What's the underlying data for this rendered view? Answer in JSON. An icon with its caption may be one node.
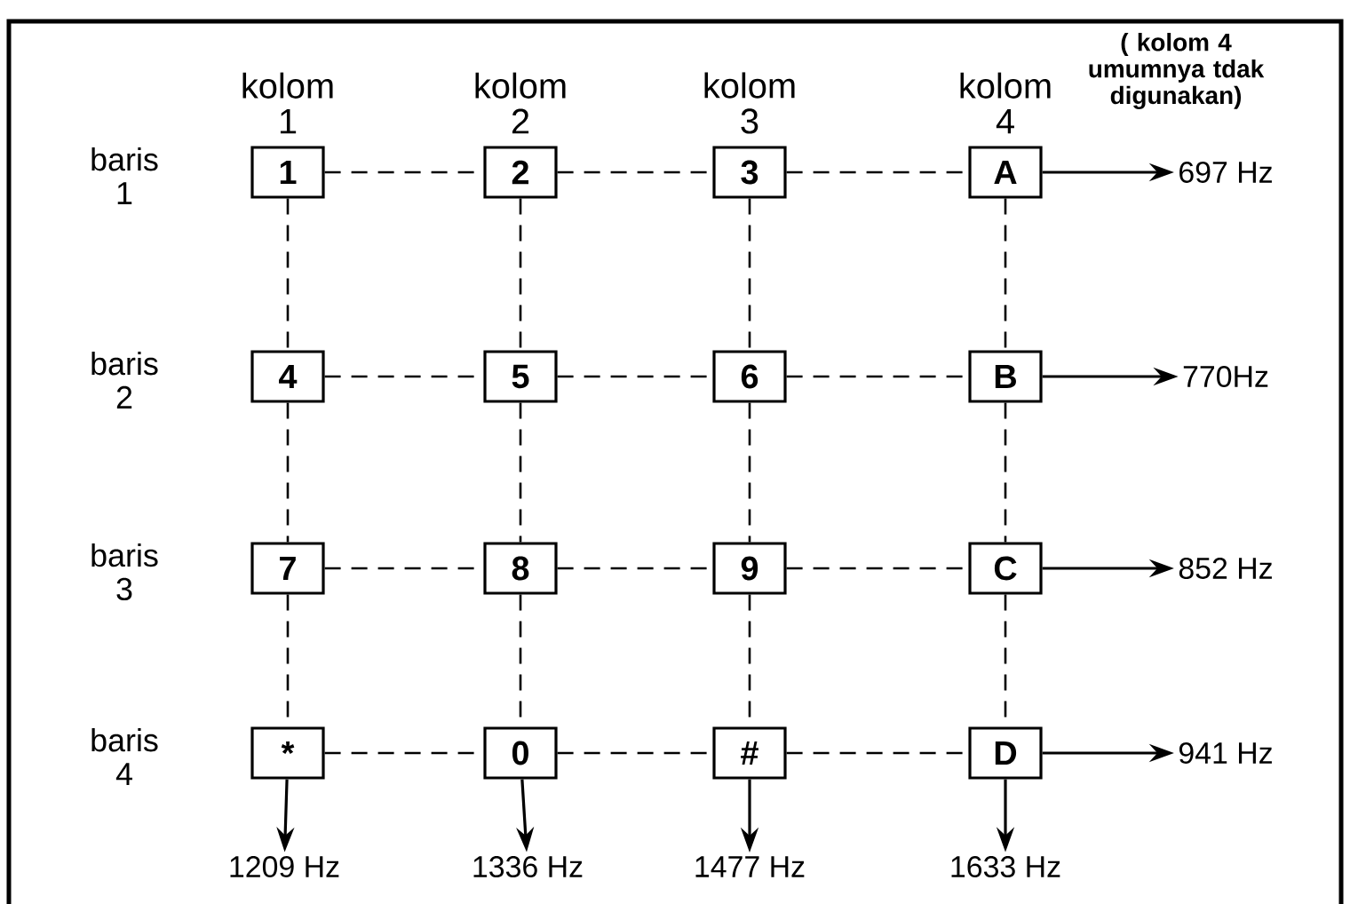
{
  "diagram": {
    "nodes": [
      {
        "text": [
          "1"
        ]
      },
      {
        "text": [
          "2"
        ]
      },
      {
        "text": [
          "3"
        ]
      },
      {
        "text": [
          "A"
        ]
      },
      {
        "text": [
          "4"
        ]
      },
      {
        "text": [
          "5"
        ]
      },
      {
        "text": [
          "6"
        ]
      },
      {
        "text": [
          "B"
        ]
      },
      {
        "text": [
          "7"
        ]
      },
      {
        "text": [
          "8"
        ]
      },
      {
        "text": [
          "9"
        ]
      },
      {
        "text": [
          "C"
        ]
      },
      {
        "text": [
          "*"
        ]
      },
      {
        "text": [
          "0"
        ]
      },
      {
        "text": [
          "#"
        ]
      },
      {
        "text": [
          "D"
        ]
      },
      {
        "text": [
          "697 Hz"
        ]
      },
      {
        "text": [
          "770Hz"
        ]
      },
      {
        "text": [
          "852 Hz"
        ]
      },
      {
        "text": [
          "941 Hz"
        ]
      },
      {
        "text": [
          "1209 Hz"
        ]
      },
      {
        "text": [
          "1336 Hz"
        ]
      },
      {
        "text": [
          "1477 Hz"
        ]
      },
      {
        "text": [
          "1633 Hz"
        ]
      }
    ],
    "edges": [
      {
        "from": 0,
        "to": 1,
        "arrow": "none",
        "style": "dashed"
      },
      {
        "from": 1,
        "to": 2,
        "arrow": "none",
        "style": "dashed"
      },
      {
        "from": 2,
        "to": 3,
        "arrow": "none",
        "style": "dashed"
      },
      {
        "from": 4,
        "to": 5,
        "arrow": "none",
        "style": "dashed"
      },
      {
        "from": 5,
        "to": 6,
        "arrow": "none",
        "style": "dashed"
      },
      {
        "from": 6,
        "to": 7,
        "arrow": "none",
        "style": "dashed"
      },
      {
        "from": 8,
        "to": 9,
        "arrow": "none",
        "style": "dashed"
      },
      {
        "from": 9,
        "to": 10,
        "arrow": "none",
        "style": "dashed"
      },
      {
        "from": 10,
        "to": 11,
        "arrow": "none",
        "style": "dashed"
      },
      {
        "from": 12,
        "to": 13,
        "arrow": "none",
        "style": "dashed"
      },
      {
        "from": 13,
        "to": 14,
        "arrow": "none",
        "style": "dashed"
      },
      {
        "from": 14,
        "to": 15,
        "arrow": "none",
        "style": "dashed"
      },
      {
        "from": 0,
        "to": 4,
        "arrow": "none",
        "style": "dashed"
      },
      {
        "from": 4,
        "to": 8,
        "arrow": "none",
        "style": "dashed"
      },
      {
        "from": 8,
        "to": 12,
        "arrow": "none",
        "style": "dashed"
      },
      {
        "from": 1,
        "to": 5,
        "arrow": "none",
        "style": "dashed"
      },
      {
        "from": 5,
        "to": 9,
        "arrow": "none",
        "style": "dashed"
      },
      {
        "from": 9,
        "to": 13,
        "arrow": "none",
        "style": "dashed"
      },
      {
        "from": 2,
        "to": 6,
        "arrow": "none",
        "style": "dashed"
      },
      {
        "from": 6,
        "to": 10,
        "arrow": "none",
        "style": "dashed"
      },
      {
        "from": 10,
        "to": 14,
        "arrow": "none",
        "style": "dashed"
      },
      {
        "from": 3,
        "to": 7,
        "arrow": "none",
        "style": "dashed"
      },
      {
        "from": 7,
        "to": 11,
        "arrow": "none",
        "style": "dashed"
      },
      {
        "from": 11,
        "to": 15,
        "arrow": "none",
        "style": "dashed"
      },
      {
        "from": 3,
        "to": 16,
        "arrow": "to"
      },
      {
        "from": 7,
        "to": 17,
        "arrow": "to"
      },
      {
        "from": 11,
        "to": 18,
        "arrow": "to"
      },
      {
        "from": 15,
        "to": 19,
        "arrow": "to"
      },
      {
        "from": 12,
        "to": 20,
        "arrow": "to"
      },
      {
        "from": 13,
        "to": 21,
        "arrow": "to"
      },
      {
        "from": 14,
        "to": 22,
        "arrow": "to"
      },
      {
        "from": 15,
        "to": 23,
        "arrow": "to"
      }
    ],
    "labels": [
      "( kolom 4 umumnya tdak digunakan)",
      "kolom 1",
      "kolom 2",
      "kolom 3",
      "kolom 4",
      "baris 1",
      "baris 2",
      "baris 3",
      "baris 4"
    ]
  }
}
